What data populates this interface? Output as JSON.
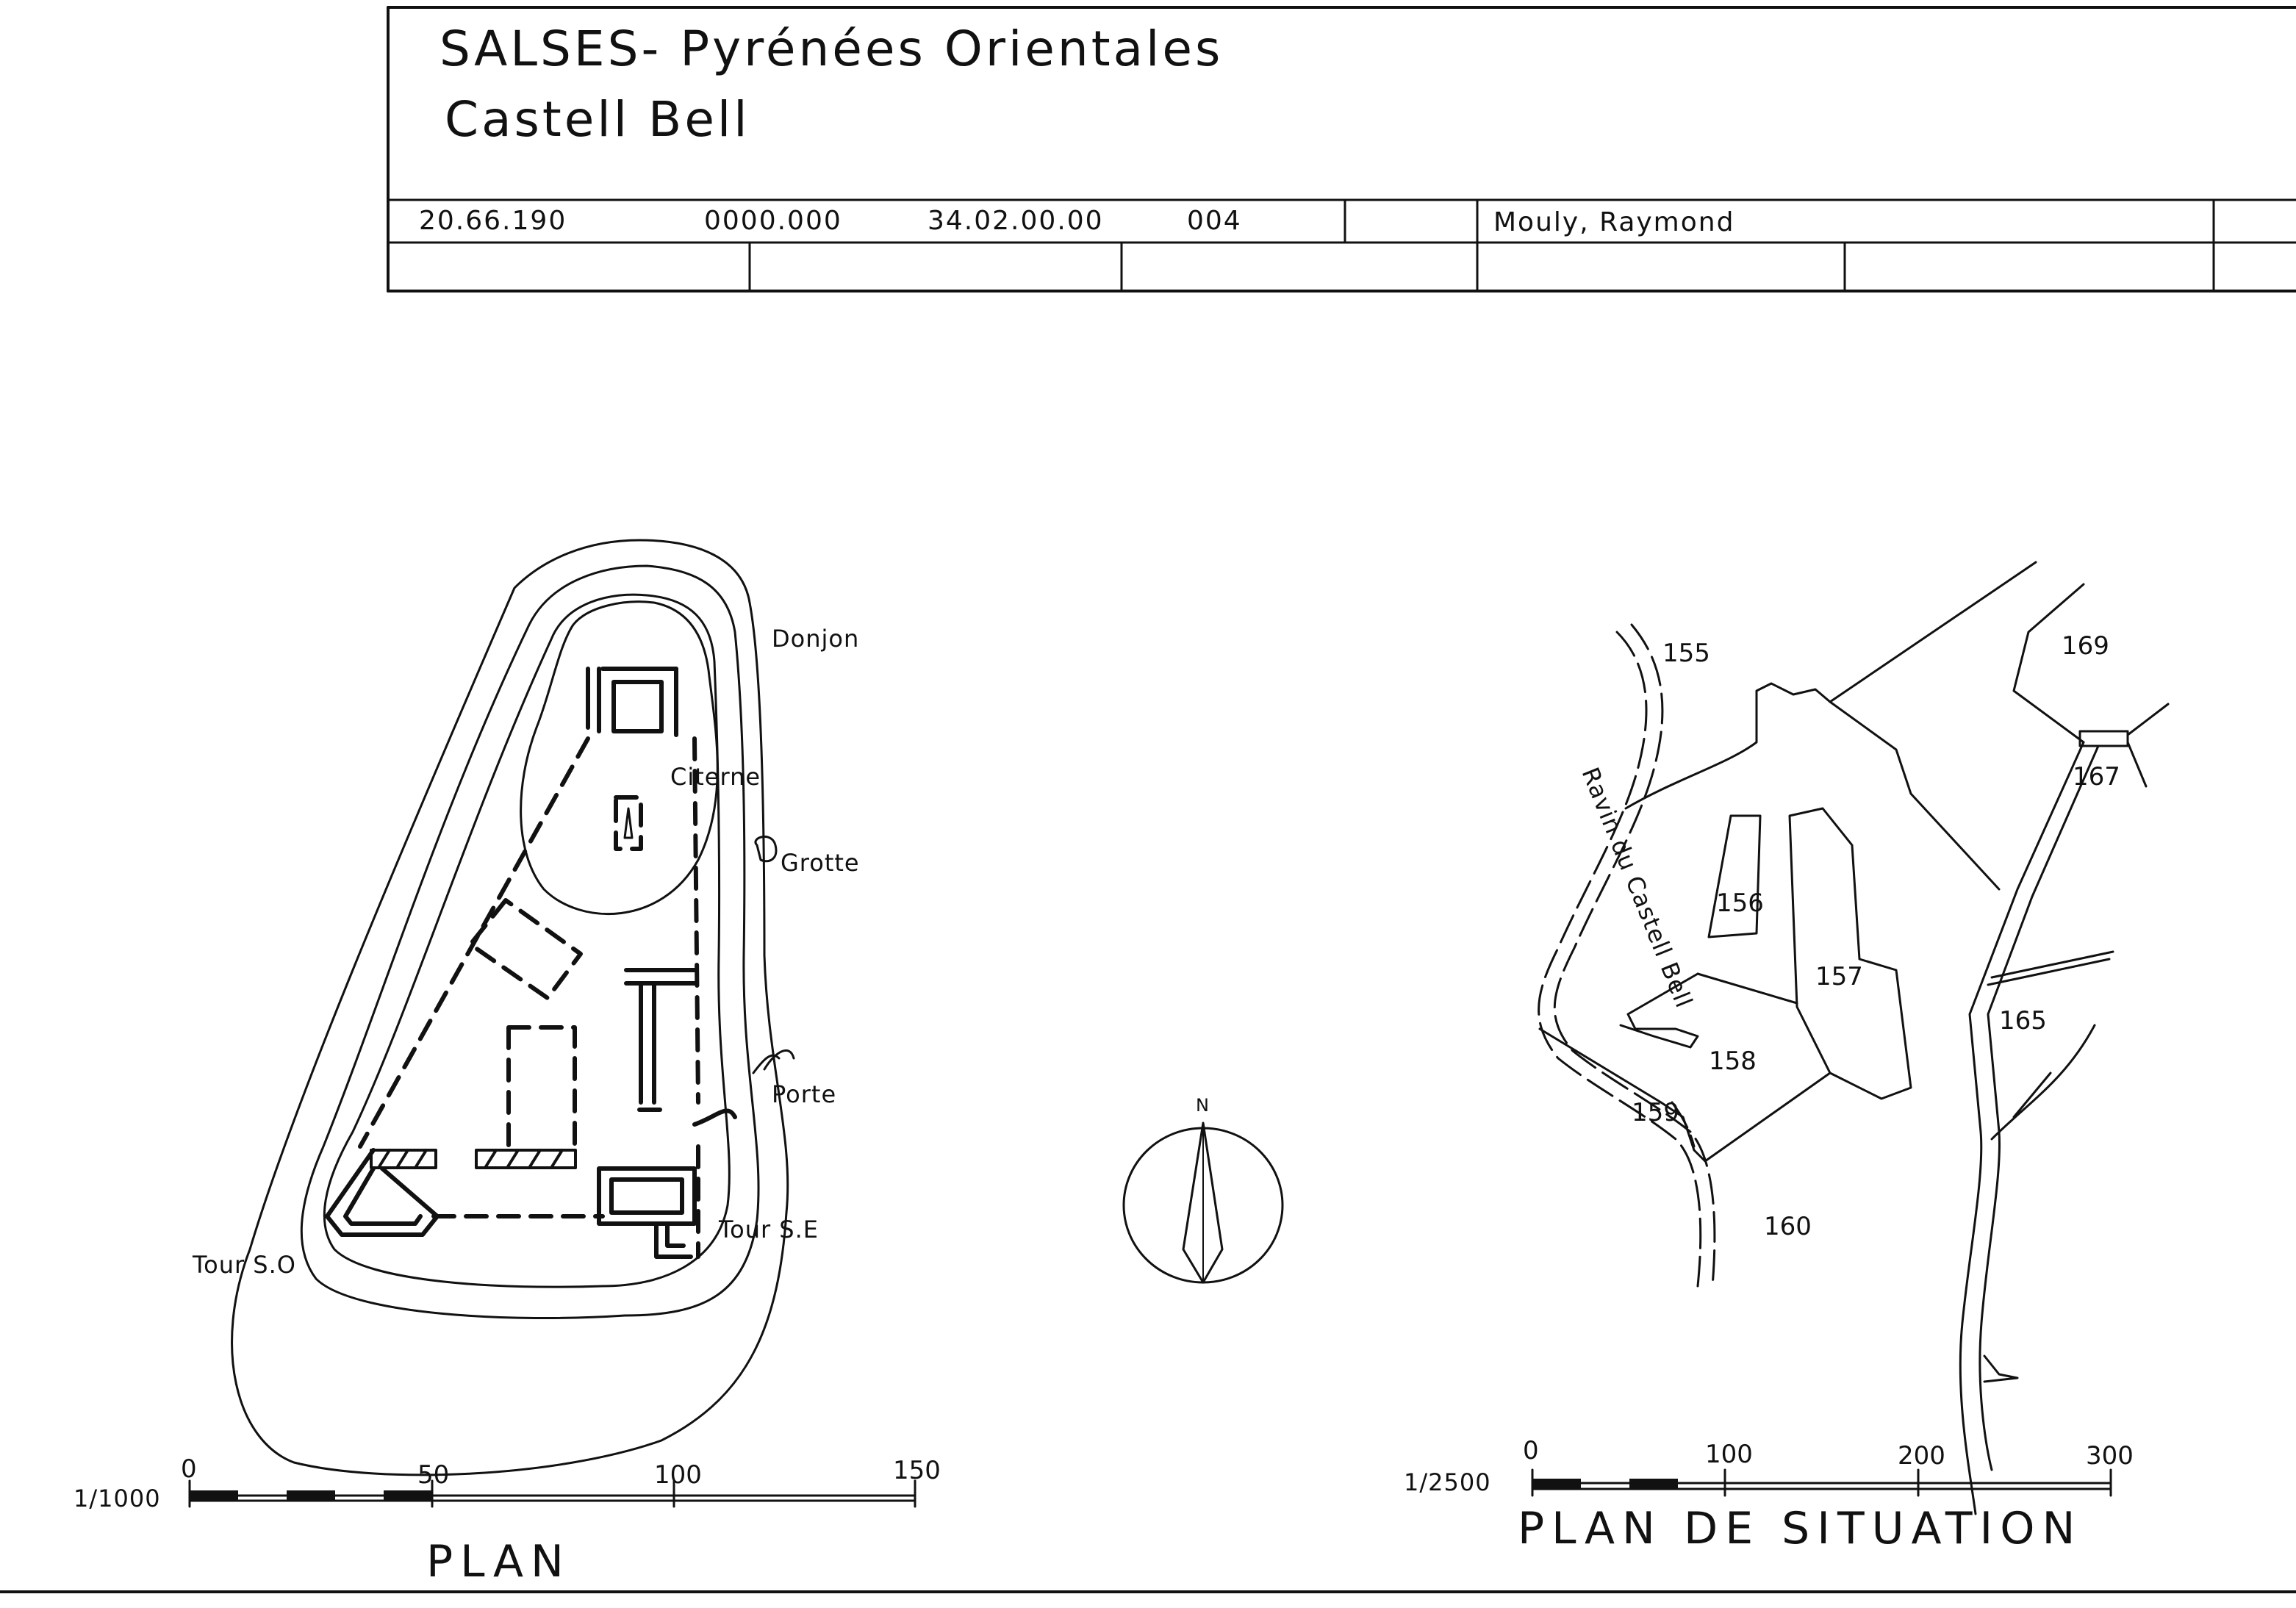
{
  "title_block": {
    "line1": "SALSES- Pyrénées Orientales",
    "line2": "Castell  Bell",
    "codes": [
      "20.66.190",
      "0000.000",
      "34.02.00.00",
      "004"
    ],
    "author": "Mouly, Raymond"
  },
  "plan": {
    "labels": {
      "donjon": "Donjon",
      "citerne": "Citerne",
      "grotte": "Grotte",
      "porte": "Porte",
      "tour_se": "Tour S.E",
      "tour_so": "Tour S.O"
    },
    "scale_ratio": "1/1000",
    "scale_ticks": [
      "0",
      "50",
      "100",
      "150"
    ],
    "caption": "PLAN"
  },
  "compass": {
    "north": "N"
  },
  "situation": {
    "parcels": [
      "155",
      "156",
      "157",
      "158",
      "159",
      "160",
      "165",
      "167",
      "169"
    ],
    "ravine": "Ravin du Castell Bell",
    "scale_ratio": "1/2500",
    "scale_ticks": [
      "0",
      "100",
      "200",
      "300"
    ],
    "caption": "PLAN DE SITUATION"
  }
}
